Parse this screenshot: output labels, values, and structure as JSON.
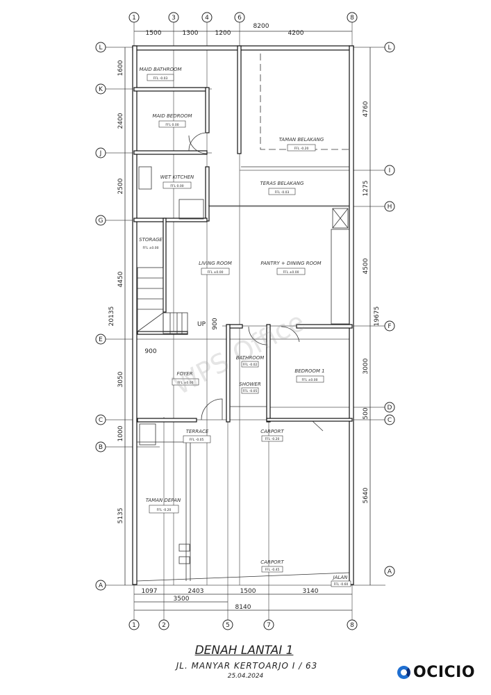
{
  "plan": {
    "title": "DENAH LANTAI 1",
    "address": "JL. MANYAR KERTOARJO I / 63",
    "date": "25.04.2024",
    "watermark": "WPS Office",
    "axes_top": [
      "1",
      "3",
      "4",
      "6",
      "8"
    ],
    "axes_bottom": [
      "1",
      "2",
      "5",
      "7",
      "8"
    ],
    "axes_left": [
      "L",
      "K",
      "J",
      "G",
      "E",
      "C",
      "B",
      "A"
    ],
    "axes_right": [
      "L",
      "I",
      "H",
      "F",
      "D",
      "C",
      "A"
    ],
    "dims_top": [
      "1500",
      "1300",
      "1200",
      "8200",
      "4200"
    ],
    "dims_left": [
      "1600",
      "2400",
      "2500",
      "4450",
      "20135",
      "3050",
      "1000",
      "5135"
    ],
    "dims_right": [
      "4760",
      "1275",
      "4500",
      "19675",
      "3000",
      "500",
      "5640"
    ],
    "dims_bottom": [
      "1097",
      "2403",
      "1500",
      "3140",
      "3500",
      "8140"
    ],
    "dim_stair_900": "900",
    "dim_stair_vertical": "900",
    "up_label": "UP",
    "rooms": {
      "maid_bathroom": {
        "name": "MAID BATHROOM",
        "ffl": "FFL -0.03"
      },
      "maid_bedroom": {
        "name": "MAID BEDROOM",
        "ffl": "FFL 0.00"
      },
      "wet_kitchen": {
        "name": "WET KITCHEN",
        "ffl": "FFL 0.00"
      },
      "taman_belakang": {
        "name": "TAMAN BELAKANG",
        "ffl": "FFL -0.20"
      },
      "teras_belakang": {
        "name": "TERAS BELAKANG",
        "ffl": "FFL -0.03"
      },
      "storage": {
        "name": "STORAGE",
        "ffl": "FFL ±0.00"
      },
      "living_room": {
        "name": "LIVING ROOM",
        "ffl": "FFL ±0.00"
      },
      "pantry_dining": {
        "name": "PANTRY + DINING ROOM",
        "ffl": "FFL ±0.00"
      },
      "bathroom": {
        "name": "BATHROOM",
        "ffl": "FFL -0.02"
      },
      "shower": {
        "name": "SHOWER",
        "ffl": "FFL -0.05"
      },
      "bedroom_1": {
        "name": "BEDROOM 1",
        "ffl": "FFL ±0.00"
      },
      "foyer": {
        "name": "FOYER",
        "ffl": "FFL ±0.00"
      },
      "terrace": {
        "name": "TERRACE",
        "ffl": "FFL -0.05"
      },
      "carport_top": {
        "name": "CARPORT",
        "ffl": "FFL -0.20"
      },
      "taman_depan": {
        "name": "TAMAN DEPAN",
        "ffl": "FFL -0.20"
      },
      "carport_bottom": {
        "name": "CARPORT",
        "ffl": "FFL -0.45"
      },
      "jalan": {
        "name": "JALAN",
        "ffl": "FFL -0.60"
      }
    }
  },
  "logo": {
    "text": "OCICIO",
    "color_primary": "#1f6fd1",
    "color_dark": "#0a2f7a"
  }
}
